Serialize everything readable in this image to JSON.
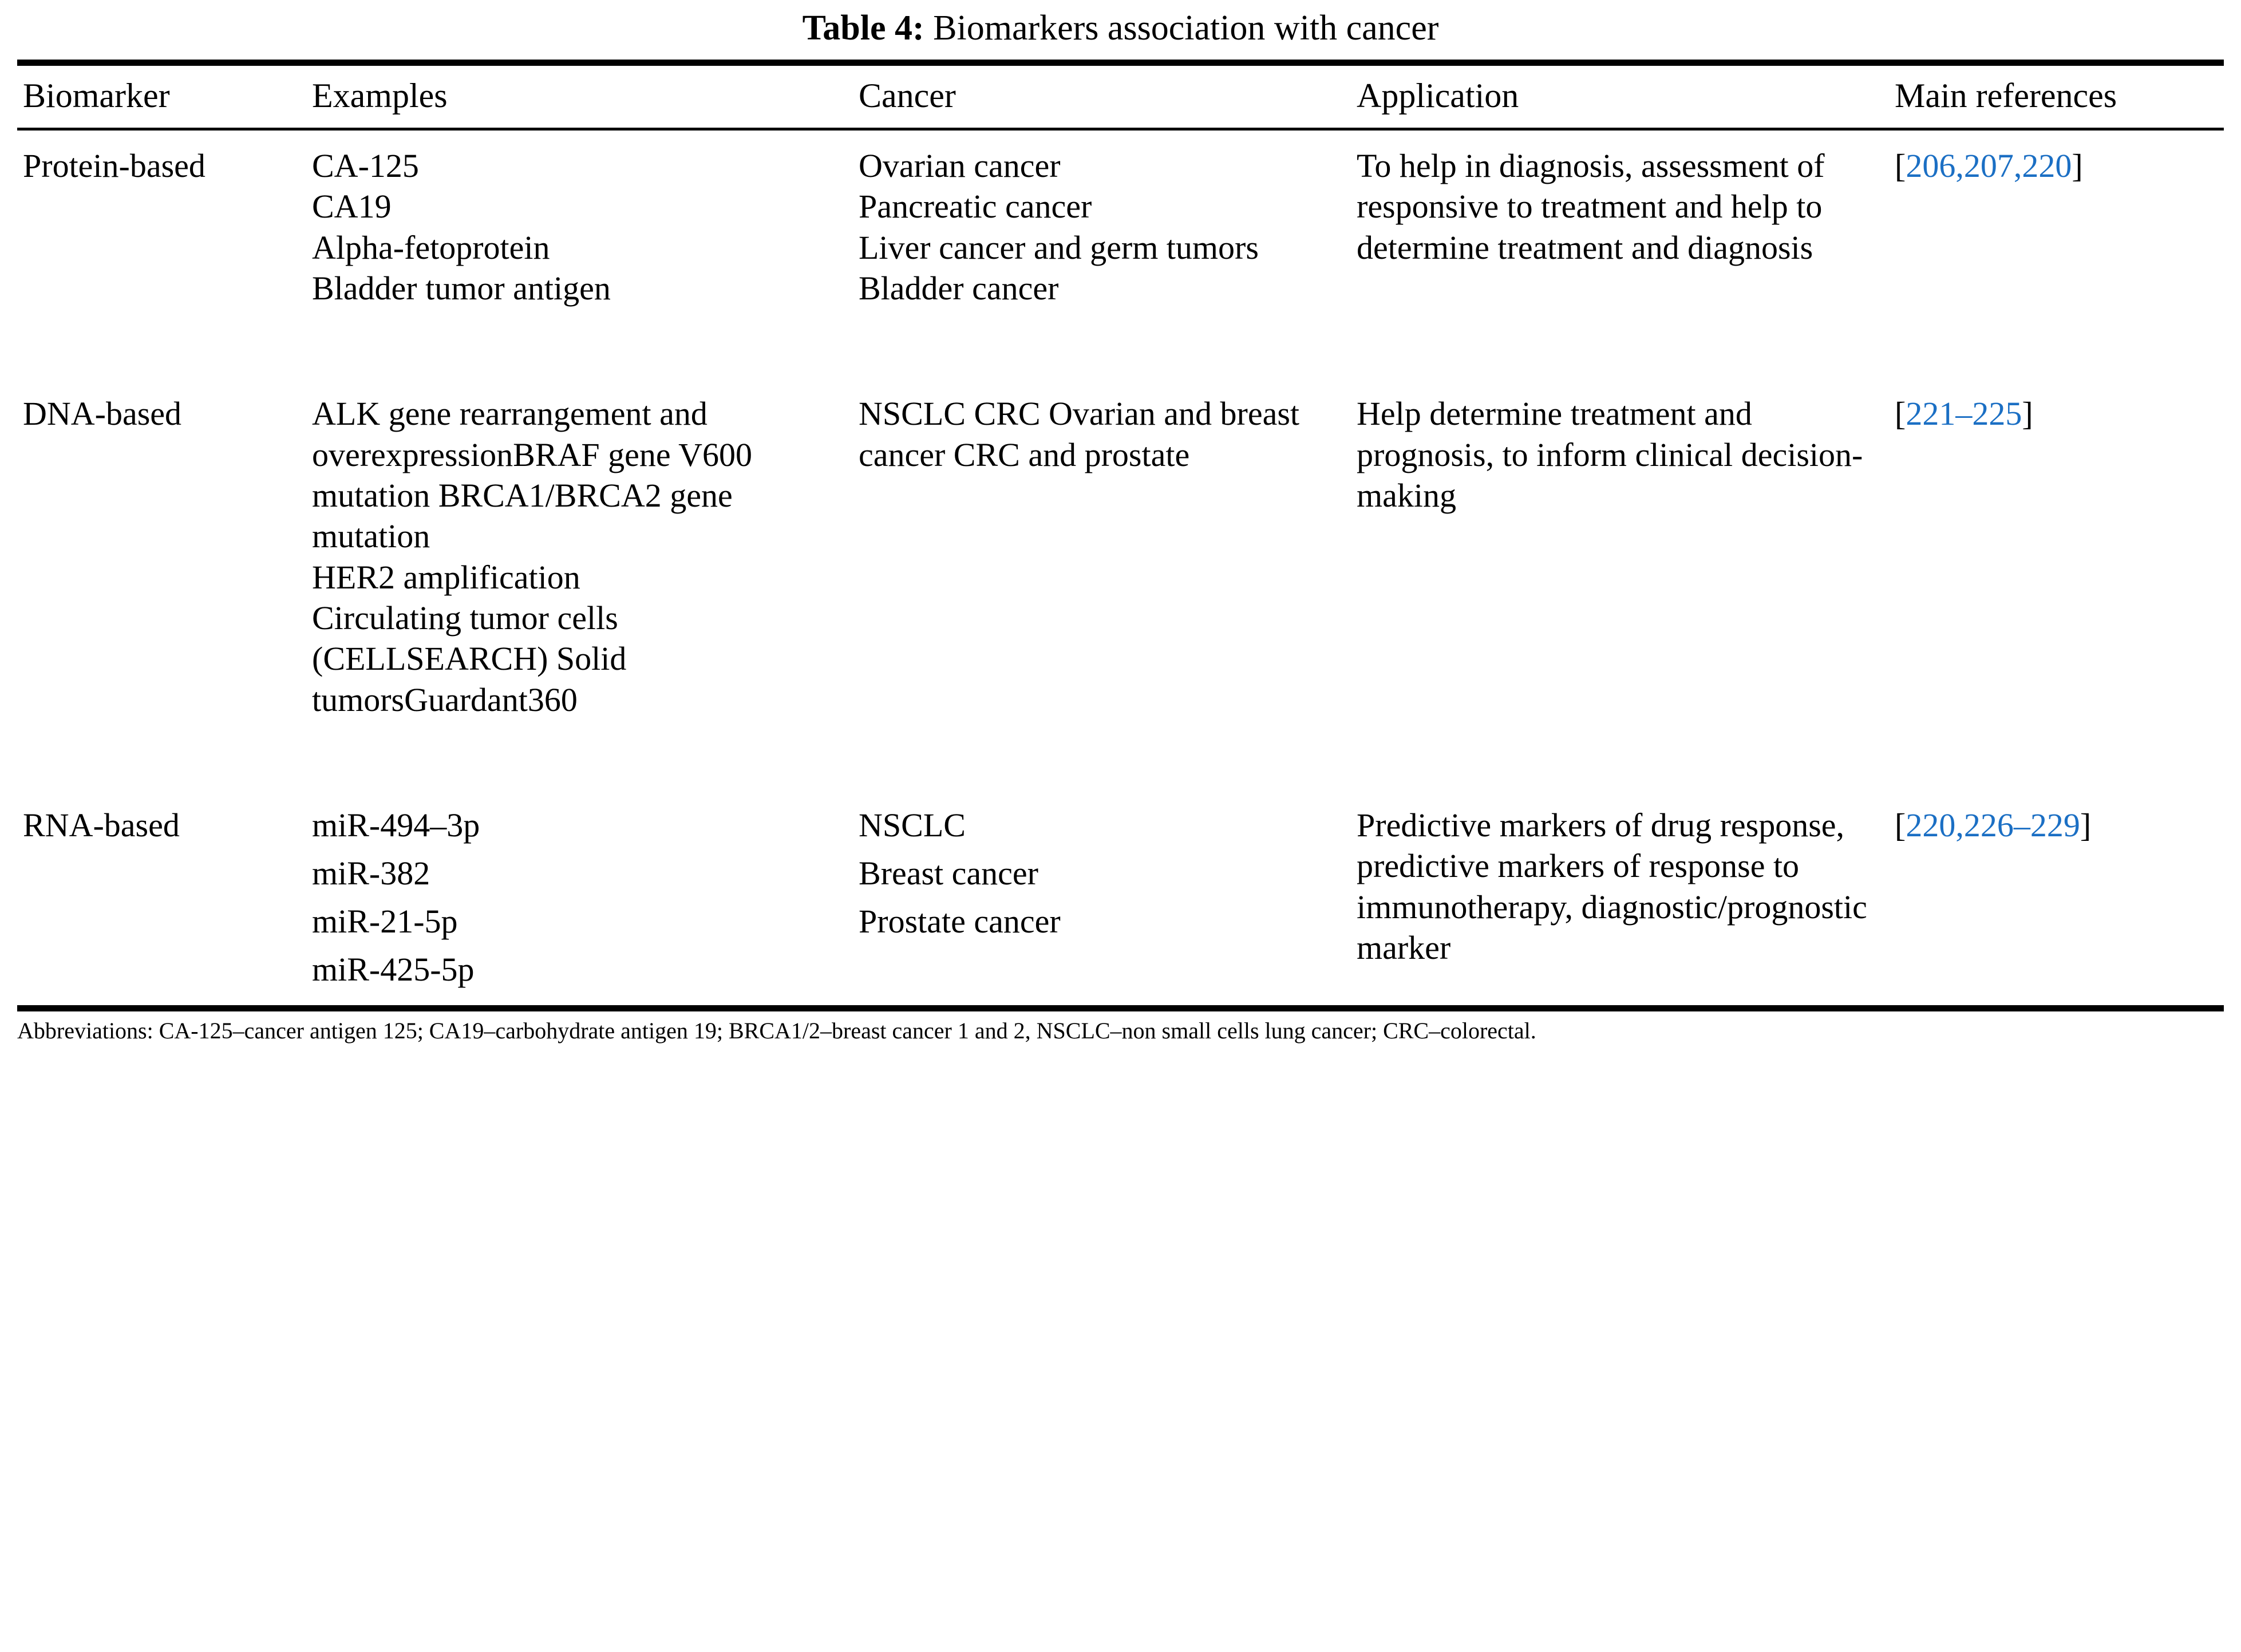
{
  "caption": {
    "label": "Table 4:",
    "text": "Biomarkers association with cancer"
  },
  "columns": {
    "biomarker": "Biomarker",
    "examples": "Examples",
    "cancer": "Cancer",
    "application": "Application",
    "references": "Main references"
  },
  "accent_color": "#1b6fc4",
  "rows": [
    {
      "biomarker": "Protein-based",
      "examples": "CA-125\nCA19\nAlpha-fetoprotein\nBladder tumor antigen",
      "cancer": "Ovarian cancer\nPancreatic cancer\nLiver cancer and germ tumors Bladder cancer",
      "application": "To help in diagnosis, assessment of responsive to treatment and help to determine treatment and diagnosis",
      "refs_open": "[",
      "refs_numbers": "206,207,220",
      "refs_close": "]"
    },
    {
      "biomarker": "DNA-based",
      "examples": "ALK gene rearrangement and overexpressionBRAF gene V600 mutation BRCA1/BRCA2 gene mutation\nHER2 amplification\nCirculating tumor cells (CELLSEARCH) Solid tumorsGuardant360",
      "cancer": "NSCLC CRC Ovarian and breast cancer CRC and prostate",
      "application": "Help determine treatment and prognosis, to inform clinical decision-making",
      "refs_open": "[",
      "refs_numbers": "221–225",
      "refs_close": "]"
    },
    {
      "biomarker": "RNA-based",
      "examples": "miR-494–3p\n\nmiR-382\n\nmiR-21-5p\n\nmiR-425-5p",
      "cancer": "NSCLC\n\nBreast cancer\n\nProstate cancer",
      "application": "Predictive markers of drug response, predictive markers of response to immunotherapy, diagnostic/prognostic marker",
      "refs_open": "[",
      "refs_numbers": "220,226–229",
      "refs_close": "]"
    }
  ],
  "footnote": "Abbreviations: CA-125–cancer antigen 125; CA19–carbohydrate antigen 19; BRCA1/2–breast cancer 1 and 2, NSCLC–non small cells lung cancer; CRC–colorectal."
}
